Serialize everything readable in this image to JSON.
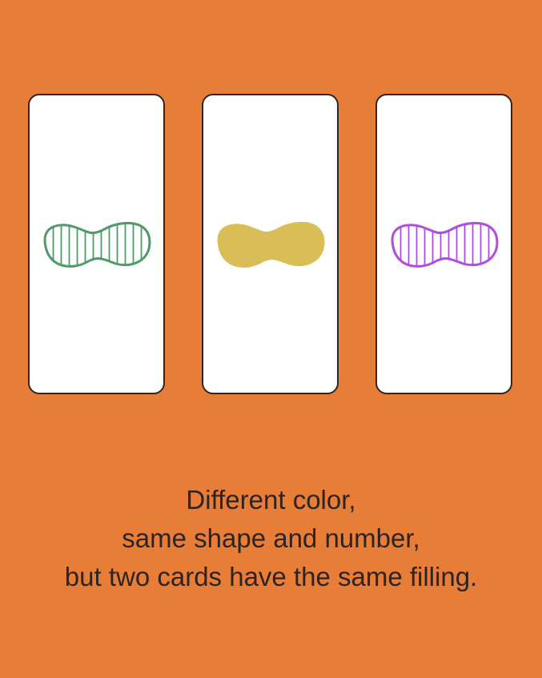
{
  "cards": [
    {
      "shape": "squiggle",
      "count": 1,
      "color": "#4f9a68",
      "fill": "striped"
    },
    {
      "shape": "squiggle",
      "count": 1,
      "color": "#d9bd56",
      "fill": "solid"
    },
    {
      "shape": "squiggle",
      "count": 1,
      "color": "#b14ce0",
      "fill": "striped"
    }
  ],
  "caption": {
    "line1": "Different color,",
    "line2": "same shape and number,",
    "line3": "but two cards have the same filling."
  },
  "colors": {
    "background": "#e87d37",
    "card_border": "#2d2622",
    "text": "#2b2420"
  }
}
